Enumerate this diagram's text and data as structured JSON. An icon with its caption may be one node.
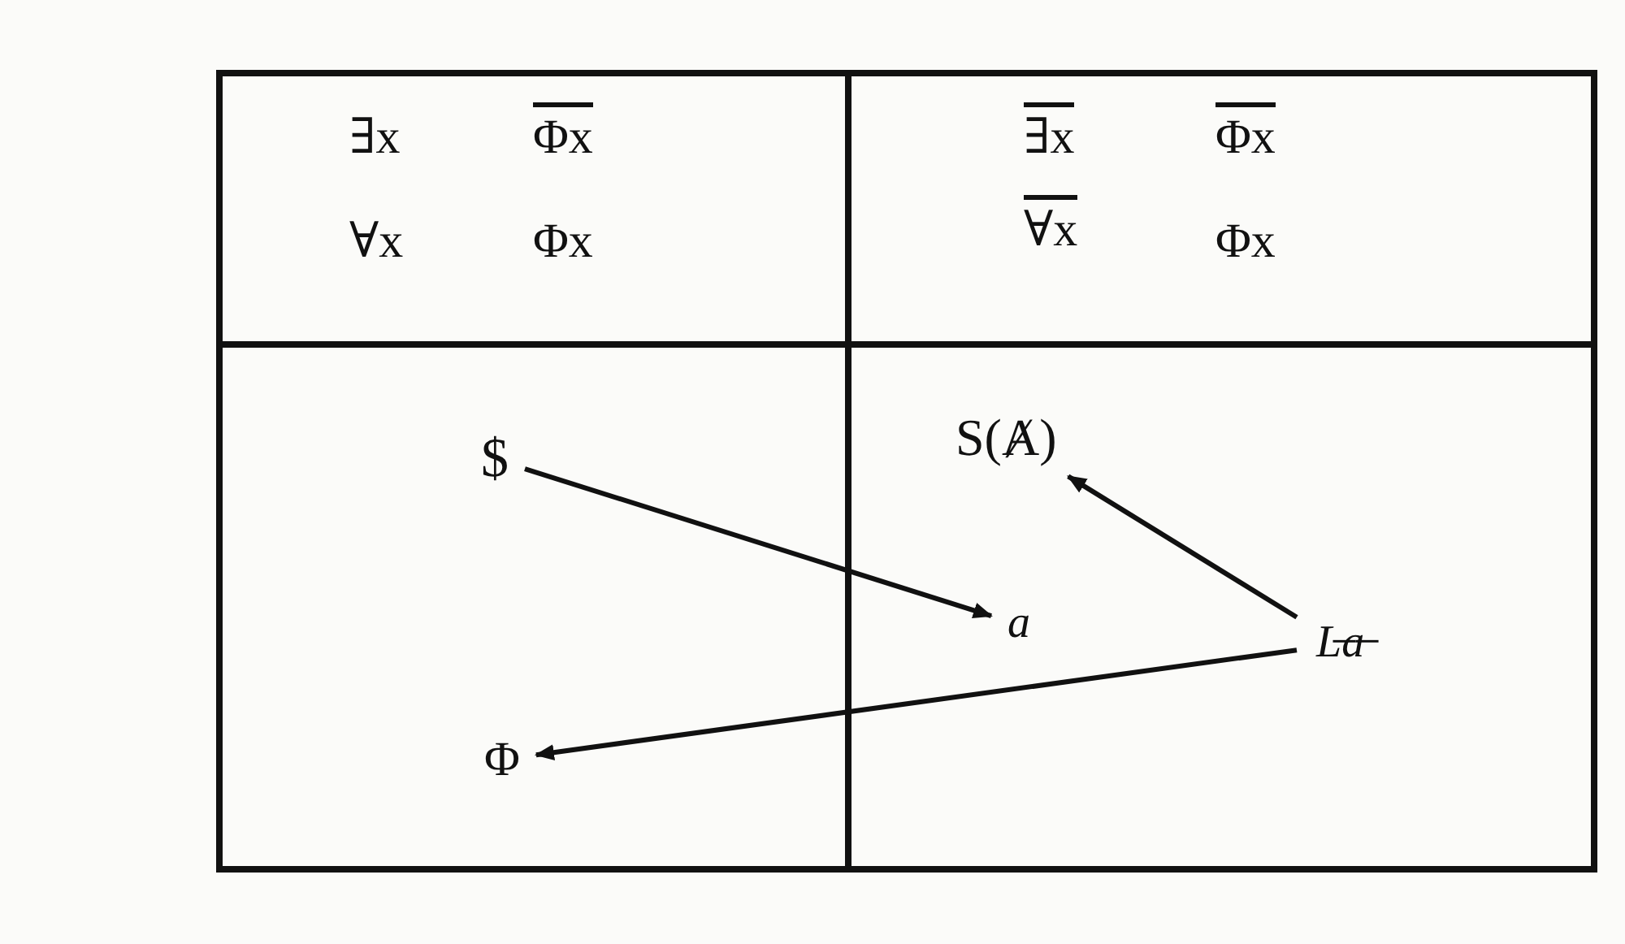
{
  "diagram": {
    "nodes": [
      {
        "text": [
          "$"
        ]
      },
      {
        "text": [
          "S(Ⱥ)"
        ]
      },
      {
        "text": [
          "a"
        ]
      },
      {
        "text": [
          "L̶a̶"
        ]
      },
      {
        "text": [
          "Φ"
        ]
      }
    ],
    "edges": [
      {
        "from": 0,
        "to": 2,
        "arrow": "to"
      },
      {
        "from": 3,
        "to": 1,
        "arrow": "to"
      },
      {
        "from": 3,
        "to": 4,
        "arrow": "to"
      }
    ],
    "labels": [
      "∃x",
      "Φx",
      "∀x",
      "Φx",
      "∃x",
      "Φx",
      "∀x",
      "Φx"
    ]
  }
}
